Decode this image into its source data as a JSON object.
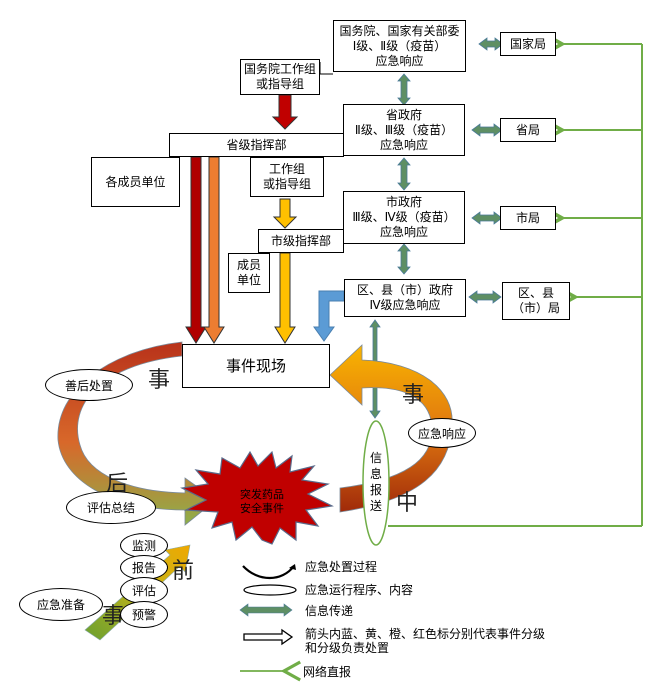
{
  "national": {
    "state_council": [
      "国务院、国家有关部委",
      "Ⅰ级、Ⅱ级（疫苗）",
      "应急响应"
    ],
    "bureau": "国家局",
    "work_group": [
      "国务院工作组",
      "或指导组"
    ]
  },
  "provincial": {
    "government": [
      "省政府",
      "Ⅱ级、Ⅲ级（疫苗）",
      "应急响应"
    ],
    "bureau": "省局",
    "command": "省级指挥部",
    "member_units": "各成员单位",
    "work_group": [
      "工作组",
      "或指导组"
    ]
  },
  "city": {
    "government": [
      "市政府",
      "Ⅲ级、Ⅳ级（疫苗）",
      "应急响应"
    ],
    "bureau": "市局",
    "command": "市级指挥部",
    "member_units": [
      "成员",
      "单位"
    ]
  },
  "district": {
    "government": [
      "区、县（市）政府",
      "Ⅳ级应急响应"
    ],
    "bureau": [
      "区、县",
      "（市）局"
    ]
  },
  "cycle": {
    "scene": "事件现场",
    "incident": [
      "突发药品",
      "安全事件"
    ],
    "info_report": "信息报送",
    "stages": {
      "after_1": "事",
      "after_2": "后",
      "during_1": "事",
      "during_2": "中",
      "before_1": "前",
      "before_2": "事"
    },
    "ellipses": {
      "aftermath": "善后处置",
      "evaluation": "评估总结",
      "response": "应急响应",
      "preparation": "应急准备",
      "monitor": "监测",
      "report": "报告",
      "assess": "评估",
      "warning": "预警"
    }
  },
  "legend": {
    "process": "应急处置过程",
    "procedure": "应急运行程序、内容",
    "info": "信息传递",
    "arrows": [
      "箭头内蓝、黄、橙、红色标分别代表事件分级",
      "和分级负责处置"
    ],
    "network": "网络直报"
  },
  "colors": {
    "red": "#c00000",
    "orange": "#ed7d31",
    "yellow": "#ffc000",
    "blue": "#5b9bd5",
    "green_line": "#70ad47",
    "info_arrow": "#5e8f64"
  }
}
